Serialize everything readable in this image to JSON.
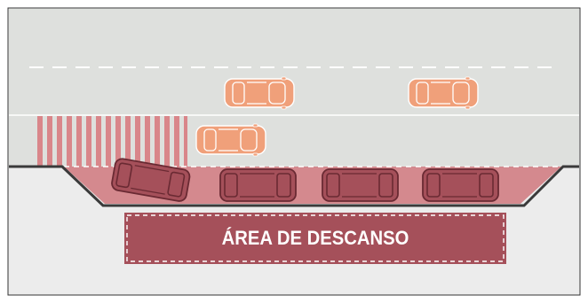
{
  "rest_area": {
    "label": "ÁREA DE DESCANSO"
  },
  "colors": {
    "road": "#dee0dd",
    "sidewalk": "#ececec",
    "border": "#333333",
    "lane_marking": "#ffffff",
    "crosswalk": "#d9868a",
    "parking_bay": "#d4898e",
    "parked_car": "#a5505a",
    "moving_car": "#f0a07a",
    "rest_area_fill": "#a5505a",
    "rest_area_text": "#ffffff"
  },
  "vehicles": {
    "moving_count": 3,
    "parked_count": 4
  }
}
